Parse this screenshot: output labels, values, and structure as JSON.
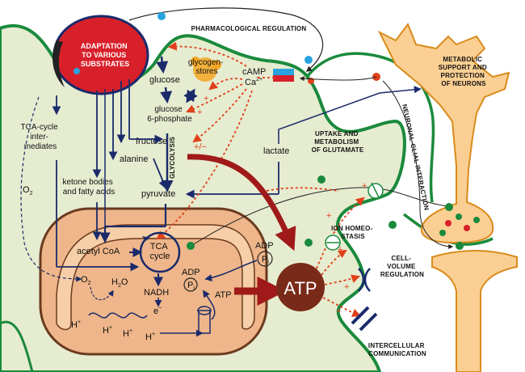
{
  "colors": {
    "background": "#ffffff",
    "astrocyte_fill": "#e6ecd0",
    "membrane": "#1a8a3c",
    "neuron_fill": "#fbcf93",
    "neuron_stroke": "#d98b1b",
    "mitochondrion_fill": "#eeb68a",
    "mitochondrion_stroke": "#6b3a1f",
    "nucleus": "#d8202a",
    "atp_fill": "#7a2a18",
    "big_arrow": "#a01a1a",
    "pathway_arrow": "#1a2a6a",
    "regulatory_arrow": "#e0401a",
    "glycogen": "#f5a623"
  },
  "icons": [
    "nucleus-icon",
    "receptor-icon",
    "channel-icon",
    "pump-icon",
    "gap-junction-icon"
  ],
  "labels": {
    "nucleus": [
      "ADAPTATION",
      "TO VARIOUS",
      "SUBSTRATES"
    ],
    "pharmacological_regulation": "PHARMACOLOGICAL REGULATION",
    "metabolic_support": [
      "METABOLIC",
      "SUPPORT AND",
      "PROTECTION",
      "OF NEURONS"
    ],
    "neuronal_glial": "NEURONAL-GLIAL INTERACTION",
    "glucose": "glucose",
    "glycogen_stores": [
      "glycogen-",
      "stores"
    ],
    "camp": "cAMP",
    "ca": "Ca",
    "ca_charge": "2+",
    "glucose_6p": [
      "glucose",
      "6-phosphate"
    ],
    "fructose": "fructose",
    "glycolysis": "GLYCOLYSIS",
    "alanine": "alanine",
    "pyruvate": "pyruvate",
    "lactate": "lactate",
    "tca_intermediates": [
      "TCA-cycle",
      "inter-",
      "mediates"
    ],
    "ketone": [
      "ketone bodies",
      "and fatty acids"
    ],
    "o2_side": "O",
    "o2_sub": "2",
    "uptake_glutamate": [
      "UPTAKE AND",
      "METABOLISM",
      "OF GLUTAMATE"
    ],
    "acetyl_coa": "acetyl CoA",
    "tca_cycle": [
      "TCA",
      "cycle"
    ],
    "adp": "ADP",
    "pi": "P",
    "pi_sub": "i",
    "nadh": "NADH",
    "e_minus": "e",
    "minus": "−",
    "o2_mito": "O",
    "h2o": "H",
    "h2o_tail": "O",
    "h_plus": "H",
    "plus_sup": "+",
    "atp_small": "ATP",
    "atp_big": "ATP",
    "ion_homeostasis": [
      "ION HOMEO-",
      "STASIS"
    ],
    "cell_volume": [
      "CELL-",
      "VOLUME",
      "REGULATION"
    ],
    "intercellular": [
      "INTERCELLULAR",
      "COMMUNICATION"
    ],
    "plus_minus": "+/−",
    "plus": "+"
  }
}
